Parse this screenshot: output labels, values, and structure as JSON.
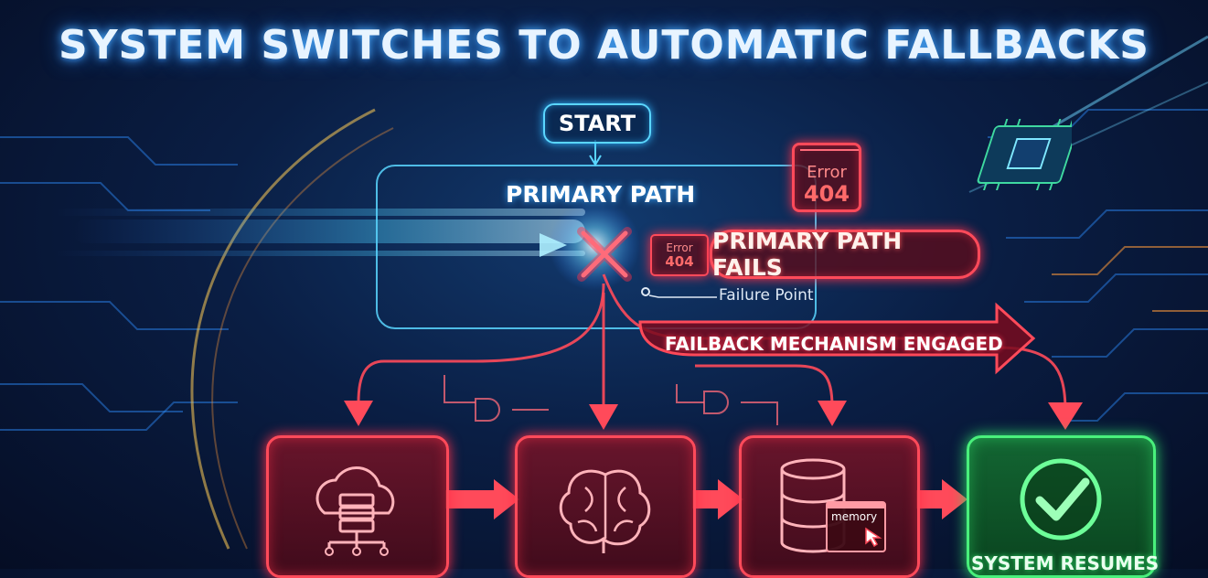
{
  "title": "SYSTEM SWITCHES TO AUTOMATIC FALLBACKS",
  "nodes": {
    "start": "START",
    "primary_path": "PRIMARY PATH",
    "primary_path_fails": "PRIMARY PATH FAILS",
    "failure_point": "Failure Point",
    "fallback": "FAILBACK MECHANISM ENGAGED",
    "memory": "memory",
    "system_resumes": "SYSTEM RESUMES"
  },
  "errors": {
    "large": {
      "word": "Error",
      "code": "404"
    },
    "small": {
      "word": "Error",
      "code": "404"
    }
  },
  "icons": {
    "stage_1": "cloud-server-icon",
    "stage_2": "brain-icon",
    "stage_3": "database-icon",
    "stage_4": "checkmark-icon",
    "failure": "red-x-icon"
  },
  "colors": {
    "primary_flow": "#5ad6ff",
    "fallback_flow": "#ff4a5a",
    "success": "#49f07c"
  }
}
